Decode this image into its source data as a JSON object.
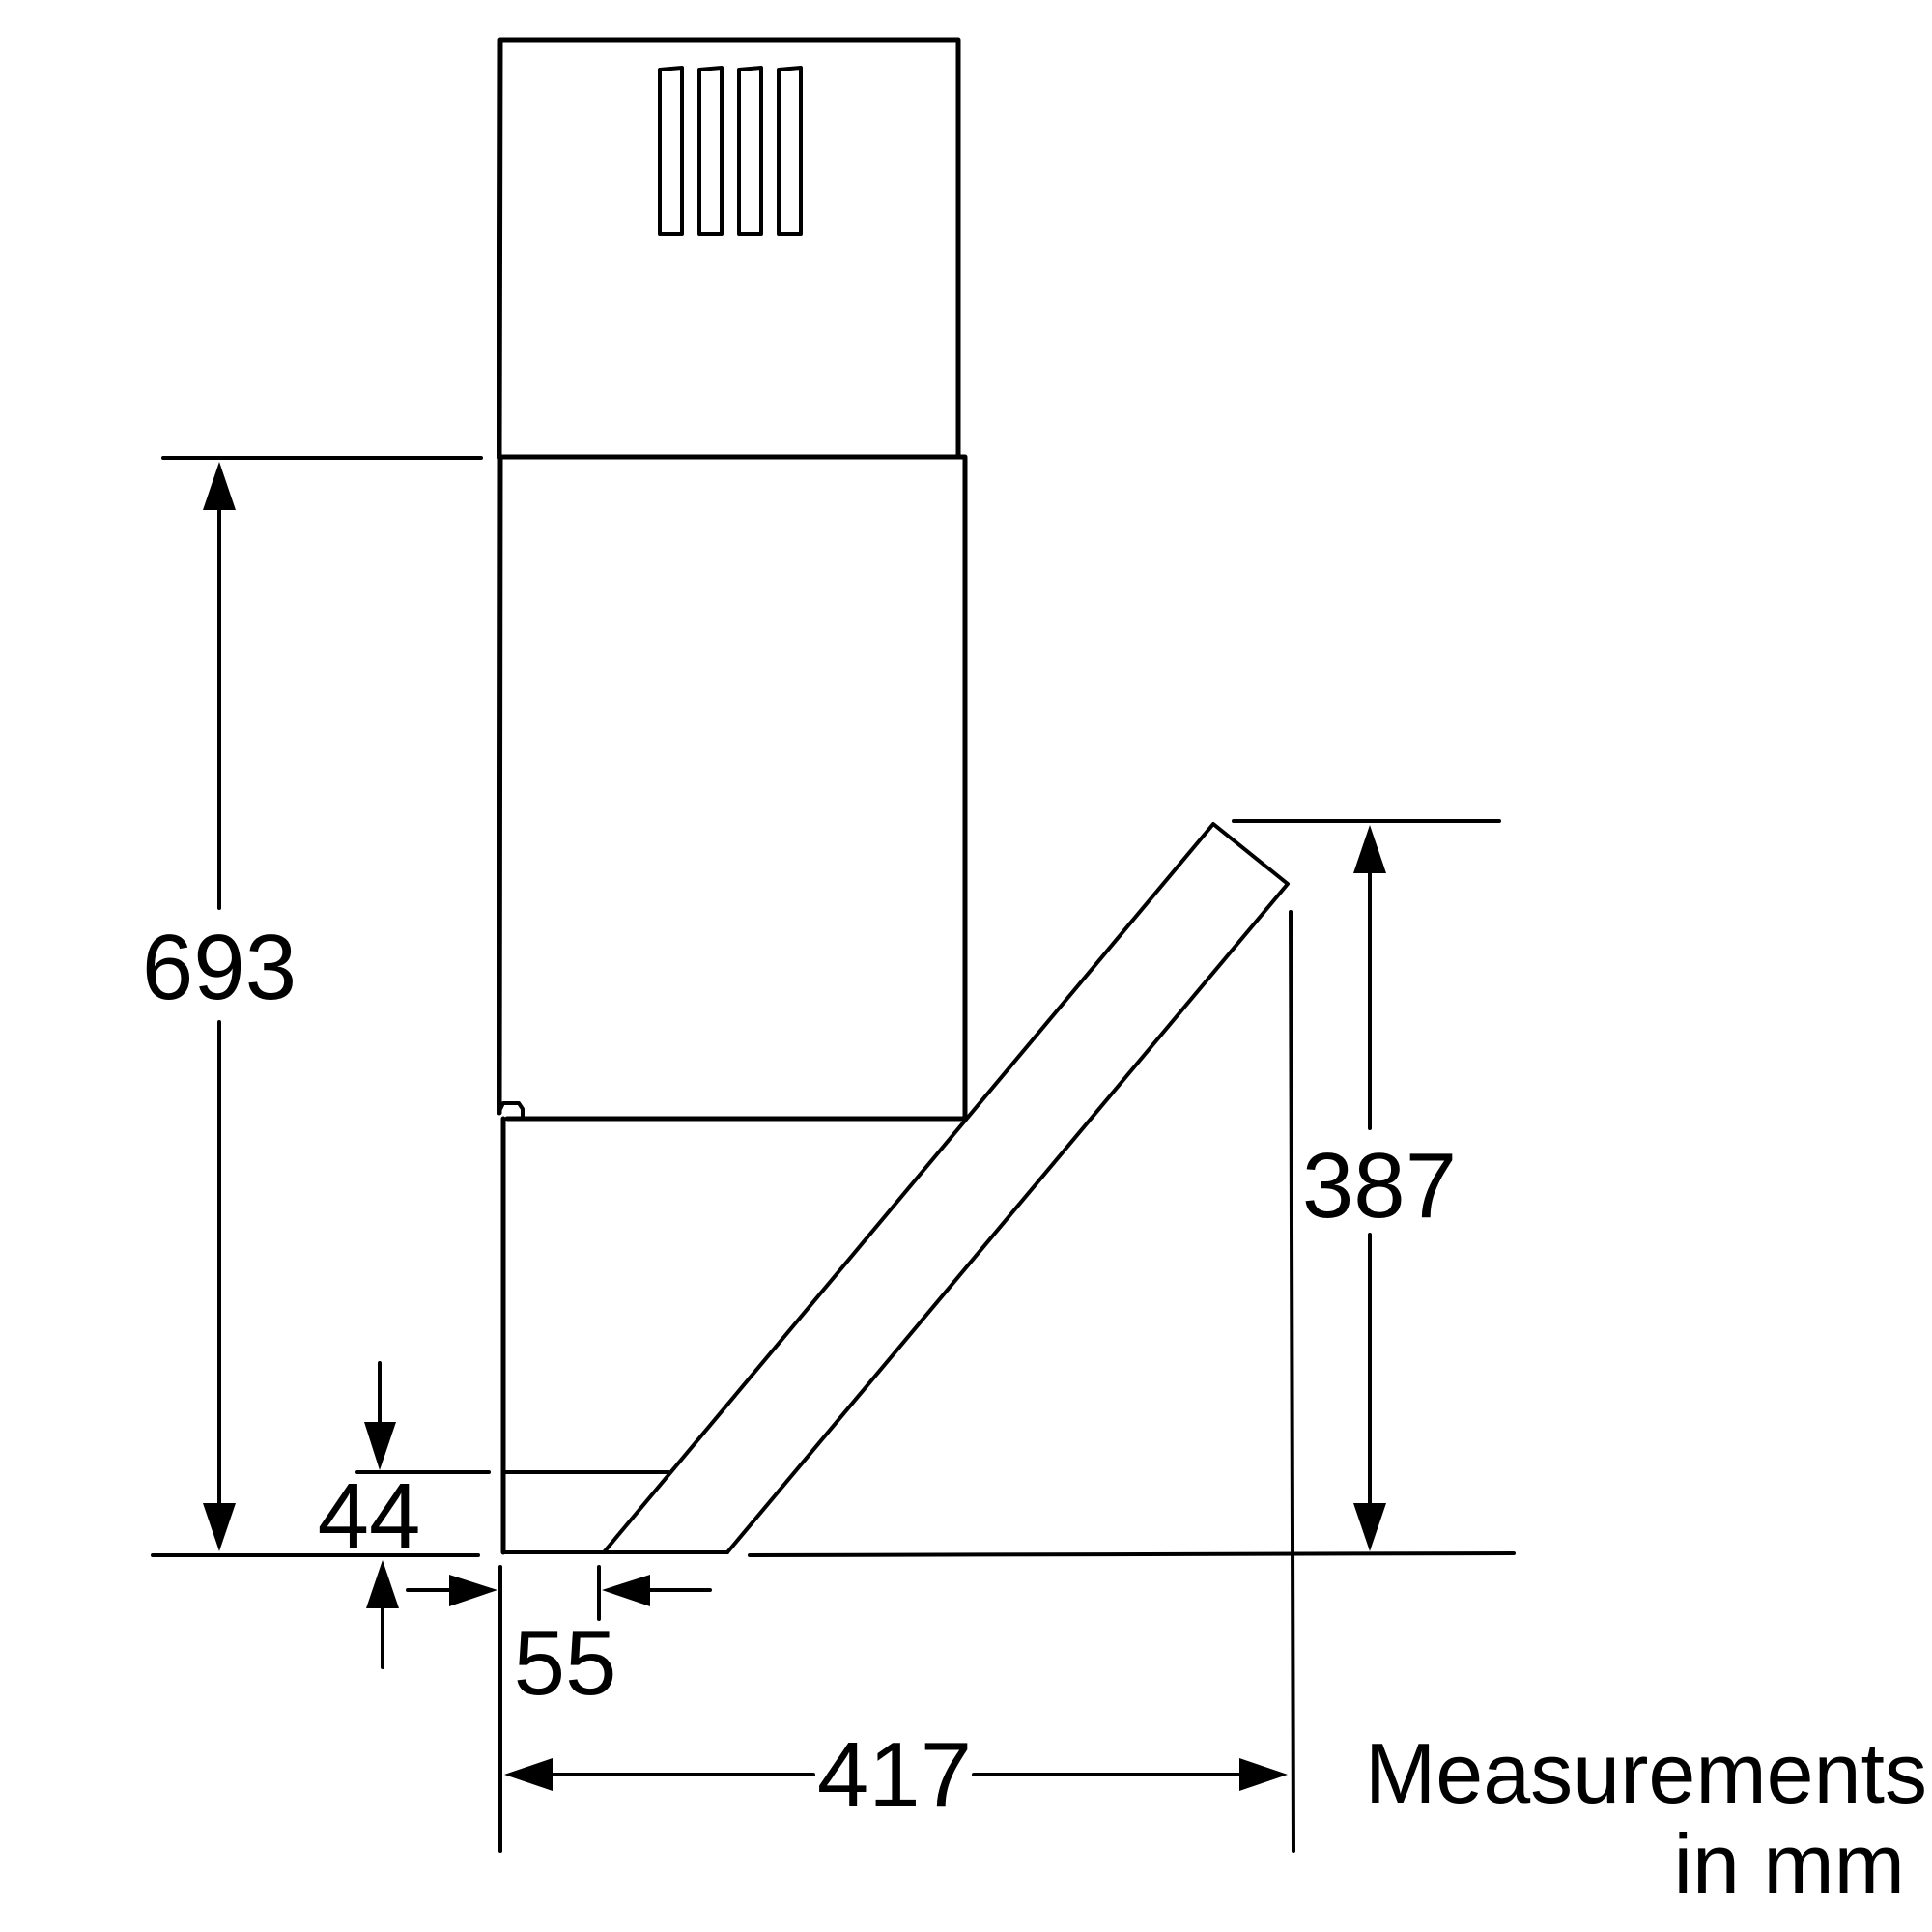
{
  "diagram": {
    "subject": "Angled chimney cooker hood side view dimension drawing",
    "units_note_line1": "Measurements",
    "units_note_line2": "in mm",
    "dimensions": {
      "total_hood_height": "693",
      "canopy_height": "387",
      "front_panel_height": "44",
      "front_offset": "55",
      "depth": "417"
    },
    "colors": {
      "line": "#000000",
      "background": "#ffffff"
    }
  }
}
